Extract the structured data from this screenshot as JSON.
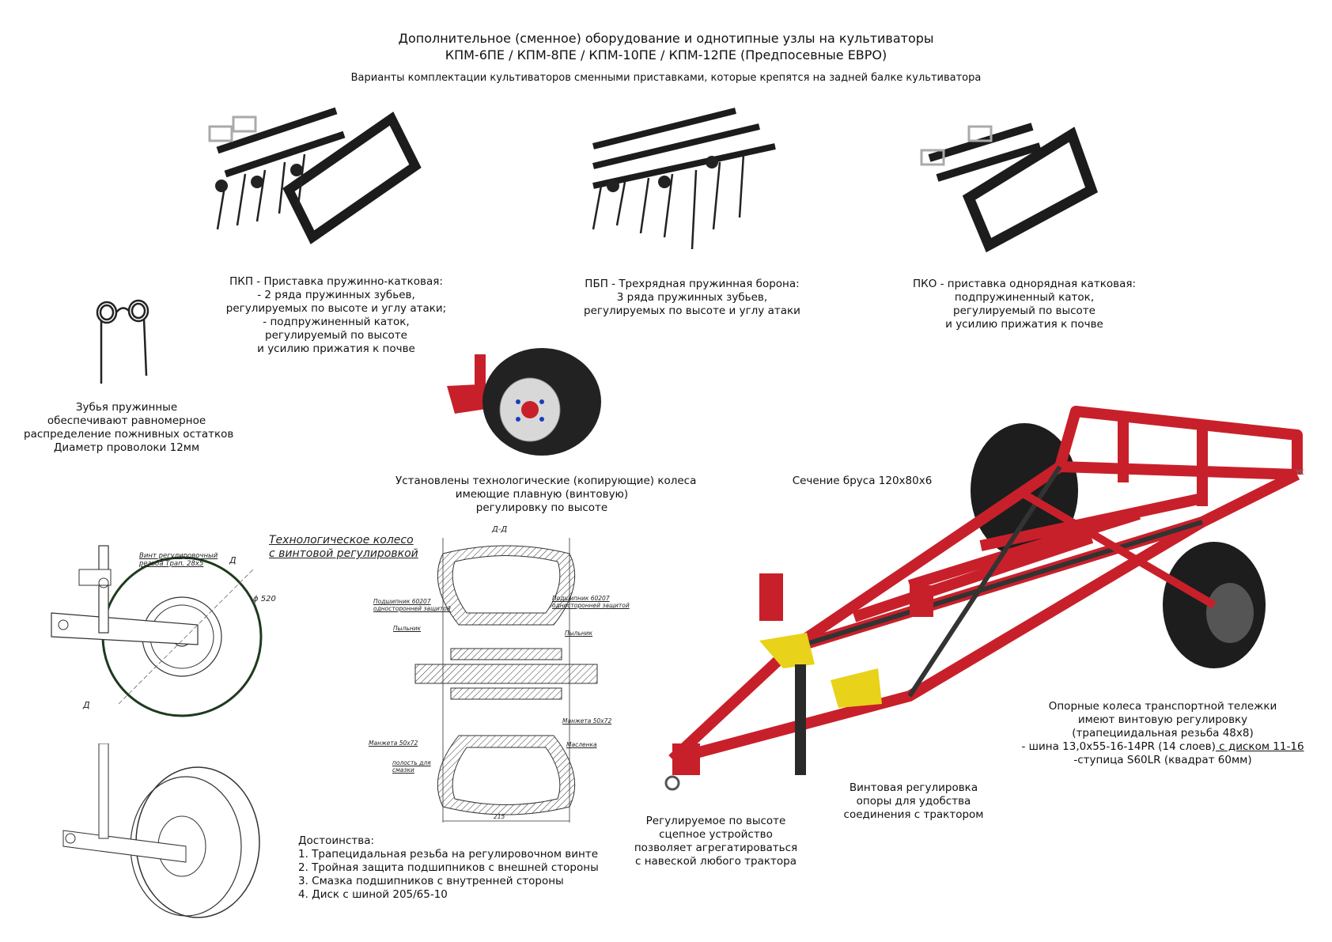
{
  "header": {
    "title_line1": "Дополнительное (сменное) оборудование и однотипные узлы на культиваторы",
    "title_line2": "КПМ-6ПЕ / КПМ-8ПЕ / КПМ-10ПЕ / КПМ-12ПЕ (Предпосевные ЕВРО)",
    "subtitle": "Варианты комплектации культиваторов сменными приставками, которые крепятся на задней балке культиватора"
  },
  "attachments": [
    {
      "lines": [
        "ПКП - Приставка пружинно-катковая:",
        "- 2 ряда пружинных зубьев,",
        "регулируемых по высоте и углу атаки;",
        "- подпружиненный каток,",
        "регулируемый по высоте",
        "и усилию прижатия к почве"
      ]
    },
    {
      "lines": [
        "ПБП - Трехрядная пружинная борона:",
        "3 ряда пружинных зубьев,",
        "регулируемых по высоте и углу атаки"
      ]
    },
    {
      "lines": [
        "ПКО - приставка однорядная катковая:",
        "подпружиненный каток,",
        "регулируемый по высоте",
        "и усилию прижатия к почве"
      ]
    }
  ],
  "spring_teeth": {
    "lines": [
      "Зубья пружинные",
      "обеспечивают равномерное",
      "распределение пожнивных остатков",
      "Диаметр проволоки 12мм"
    ]
  },
  "wheels_caption": {
    "lines": [
      "Установлены технологические (копирующие) колеса",
      "имеющие плавную (винтовую)",
      "регулировку по высоте"
    ]
  },
  "beam_section": "Сечение бруса 120х80х6",
  "drawing": {
    "title_line1": "Технологическое колесо",
    "title_line2": "с винтовой регулировкой",
    "screw_label_1": "Винт регулировочный",
    "screw_label_2": "резьба Трап. 28х5",
    "diameter": "ϕ 520",
    "section_mark": "Д",
    "section_title": "Д-Д",
    "bearing_left_1": "Подшипник 60207",
    "bearing_left_2": "односторонней защитой",
    "bearing_right_1": "Подшипник 60207",
    "bearing_right_2": "односторонней защитой",
    "dust_left": "Пыльник",
    "dust_right": "Пыльник",
    "cuff_left": "Манжета 50х72",
    "cuff_right": "Манжета 50х72",
    "oiler": "Масленка",
    "cavity_1": "полость для",
    "cavity_2": "смазки",
    "width_dim": "215"
  },
  "advantages": {
    "title": "Достоинства:",
    "items": [
      "1. Трапецидальная резьба на регулировочном винте",
      "2. Тройная защита подшипников с внешней стороны",
      "3. Смазка подшипников с внутренней стороны",
      "4. Диск с шиной 205/65-10"
    ]
  },
  "hitch": {
    "lines": [
      "Регулируемое по высоте",
      "сцепное устройство",
      "позволяет агрегатироваться",
      "с навеской любого трактора"
    ]
  },
  "support_screw": {
    "lines": [
      "Винтовая регулировка",
      "опоры для удобства",
      "соединения с трактором"
    ]
  },
  "transport": {
    "lines": [
      "Опорные колеса транспортной тележки",
      "имеют винтовую регулировку",
      "(трапециидальная резьба 48х8)"
    ],
    "tire_prefix": "- шина 13,0х55-16-14PR (14 слоев)",
    "tire_disc": " с диском 11-16",
    "hub": "-ступица S60LR (квадрат 60мм)"
  },
  "corner_mark": "YC",
  "colors": {
    "frame_red": "#c8202a",
    "dark": "#1d1d1d",
    "yellow": "#e8d21a"
  }
}
